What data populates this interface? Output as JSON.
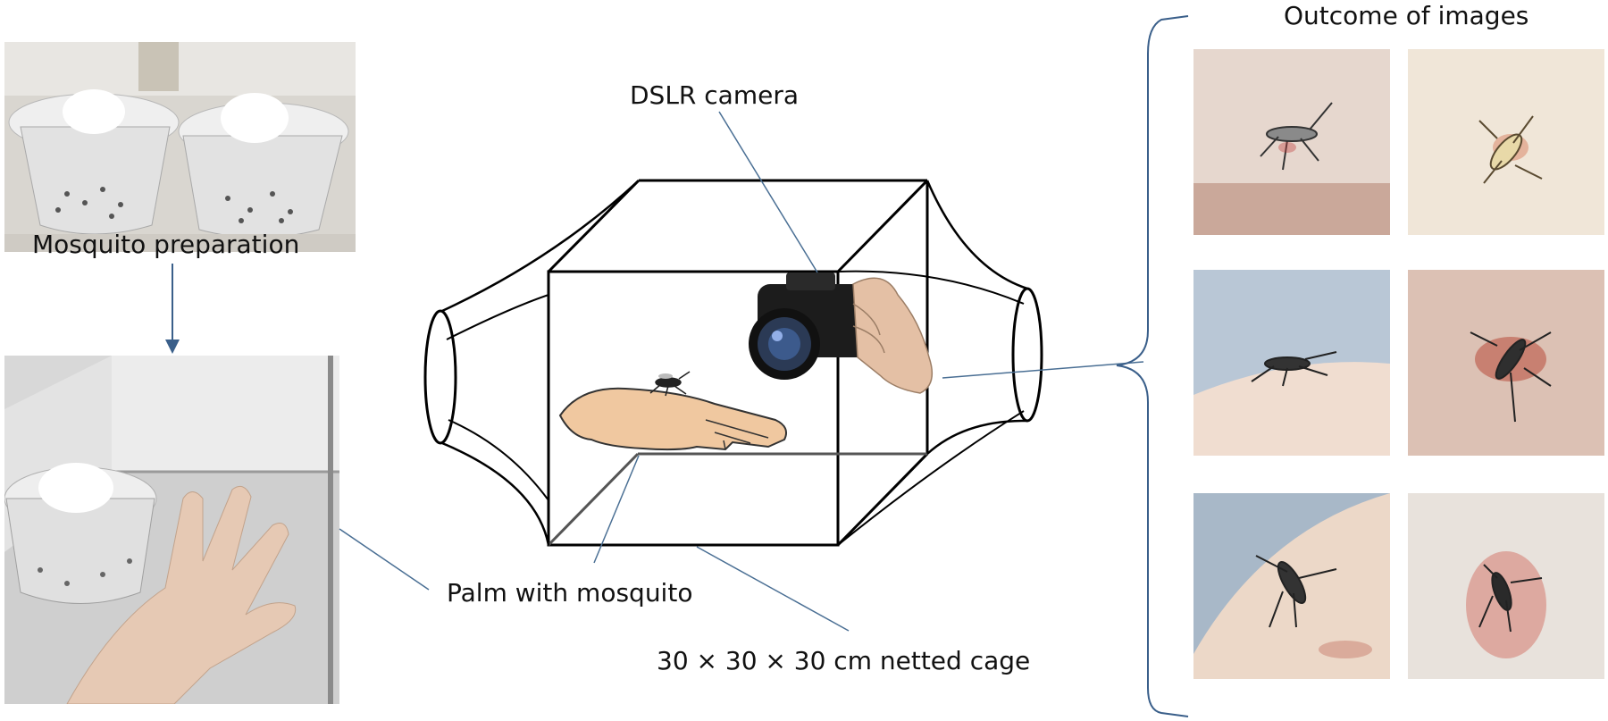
{
  "labels": {
    "mosquito_preparation": "Mosquito preparation",
    "dslr_camera": "DSLR camera",
    "palm_with_mosquito": "Palm with mosquito",
    "netted_cage": "30 × 30 × 30 cm netted cage",
    "outcome_of_images": "Outcome of images"
  },
  "colors": {
    "pointer_line": "#4a6f94",
    "arrow": "#3a5f8a",
    "cage_stroke": "#000000",
    "skin": "#f0c8a0"
  },
  "icons": [
    "camera-icon",
    "mosquito-icon",
    "hand-icon",
    "arrow-down-icon"
  ]
}
